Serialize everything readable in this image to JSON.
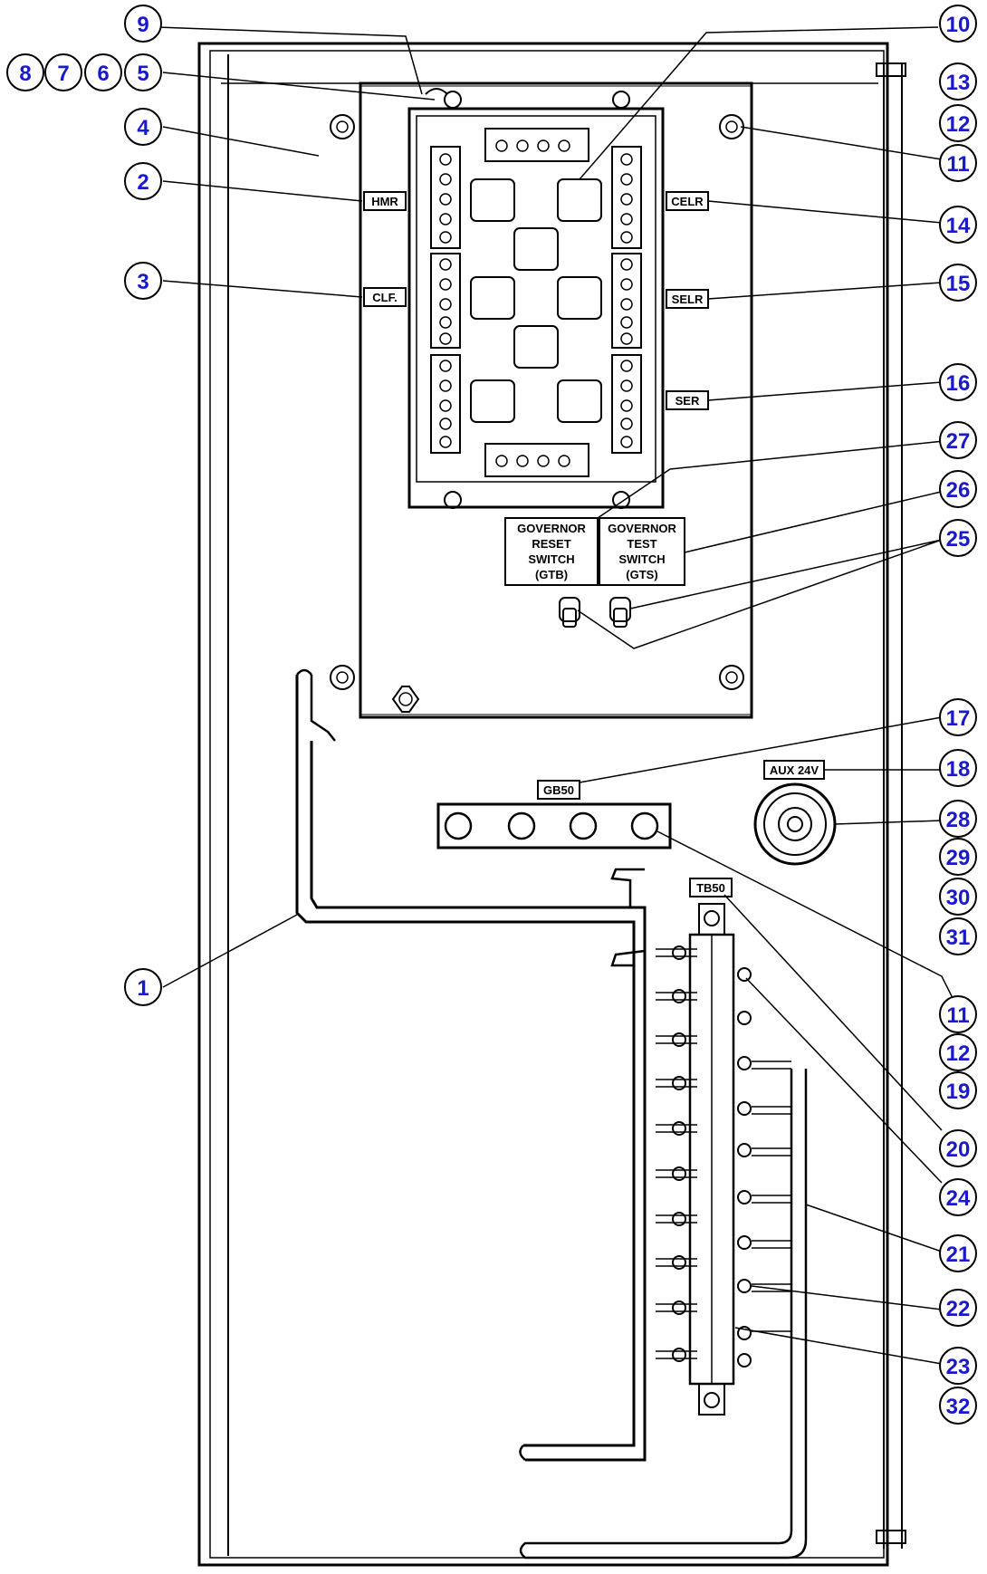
{
  "callouts": {
    "c1": "1",
    "c2": "2",
    "c3": "3",
    "c4": "4",
    "c5": "5",
    "c6": "6",
    "c7": "7",
    "c8": "8",
    "c9": "9",
    "c10": "10",
    "c11a": "11",
    "c12a": "12",
    "c13": "13",
    "c14": "14",
    "c15": "15",
    "c16": "16",
    "c17": "17",
    "c18": "18",
    "c28": "28",
    "c29": "29",
    "c30": "30",
    "c31": "31",
    "c11b": "11",
    "c12b": "12",
    "c19": "19",
    "c20": "20",
    "c24": "24",
    "c21": "21",
    "c22": "22",
    "c23": "23",
    "c32": "32",
    "c25": "25",
    "c26": "26",
    "c27": "27"
  },
  "labels": {
    "hmr": "HMR",
    "clf": "CLF.",
    "celr": "CELR",
    "selr": "SELR",
    "ser": "SER",
    "reset_switch": [
      "GOVERNOR",
      "RESET",
      "SWITCH",
      "(GTB)"
    ],
    "test_switch": [
      "GOVERNOR",
      "TEST",
      "SWITCH",
      "(GTS)"
    ],
    "ground_bar": "GB50",
    "aux_receptacle": "AUX 24V",
    "terminal_board": "TB50"
  },
  "colors": {
    "callout": "#1a1acc",
    "line": "#000000",
    "background": "#ffffff"
  }
}
